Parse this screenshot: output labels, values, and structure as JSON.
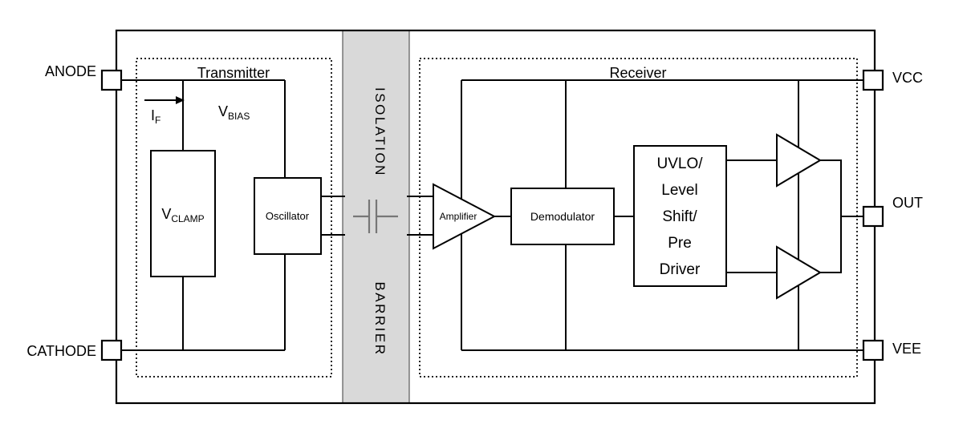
{
  "diagram": {
    "pins": {
      "anode": "ANODE",
      "cathode": "CATHODE",
      "vcc": "VCC",
      "out": "OUT",
      "vee": "VEE"
    },
    "transmitter": {
      "title": "Transmitter",
      "v_clamp": {
        "main": "V",
        "sub": "CLAMP"
      },
      "v_bias": {
        "main": "V",
        "sub": "BIAS"
      },
      "i_f": {
        "main": "I",
        "sub": "F"
      },
      "oscillator": "Oscillator"
    },
    "isolation_barrier": {
      "word1": "ISOLATION",
      "word2": "BARRIER"
    },
    "receiver": {
      "title": "Receiver",
      "amplifier": "Amplifier",
      "demodulator": "Demodulator",
      "uvlo_block_lines": [
        "UVLO/",
        "Level",
        "Shift/",
        "Pre",
        "Driver"
      ]
    },
    "colors": {
      "line": "#000000",
      "barrier_fill": "#d9d9d9",
      "capacitor": "#777777",
      "background": "#ffffff"
    }
  }
}
